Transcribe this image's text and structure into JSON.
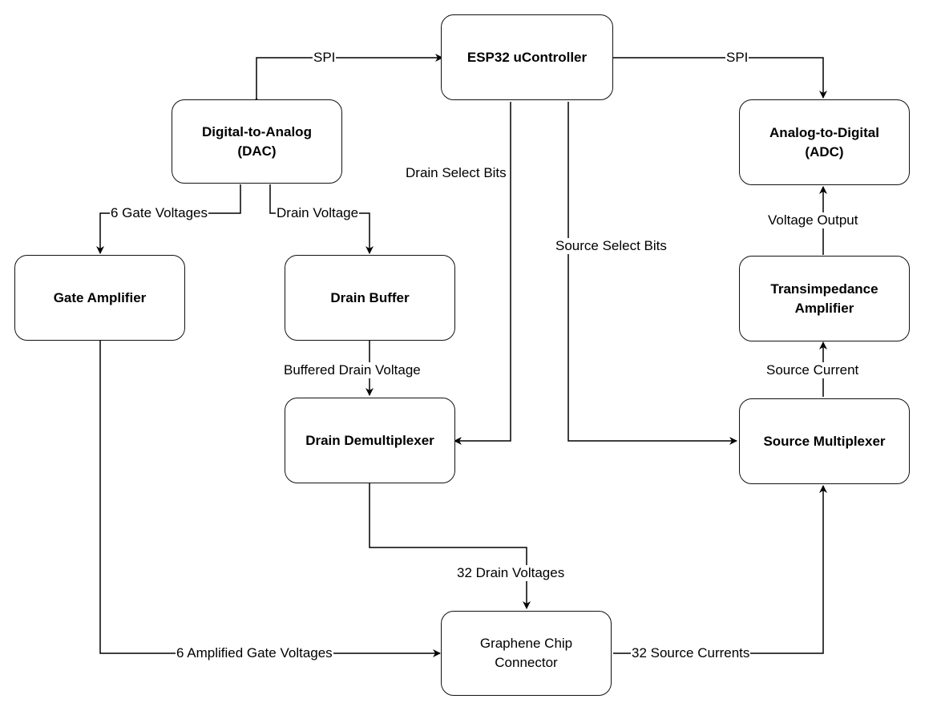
{
  "nodes": {
    "esp32": "ESP32 uController",
    "dac_line1": "Digital-to-Analog",
    "dac_line2": "(DAC)",
    "adc_line1": "Analog-to-Digital",
    "adc_line2": "(ADC)",
    "gate_amp": "Gate Amplifier",
    "drain_buffer": "Drain Buffer",
    "tia_line1": "Transimpedance",
    "tia_line2": "Amplifier",
    "drain_demux": "Drain Demultiplexer",
    "source_mux": "Source Multiplexer",
    "chip_line1": "Graphene Chip",
    "chip_line2": "Connector"
  },
  "edges": {
    "spi_left": "SPI",
    "spi_right": "SPI",
    "drain_select": "Drain Select Bits",
    "source_select": "Source Select Bits",
    "gate_voltages": "6 Gate Voltages",
    "drain_voltage": "Drain Voltage",
    "voltage_output": "Voltage Output",
    "buffered_drain": "Buffered Drain Voltage",
    "source_current": "Source Current",
    "drain_voltages_32": "32 Drain Voltages",
    "amplified_gate": "6 Amplified Gate Voltages",
    "source_currents_32": "32 Source Currents"
  }
}
